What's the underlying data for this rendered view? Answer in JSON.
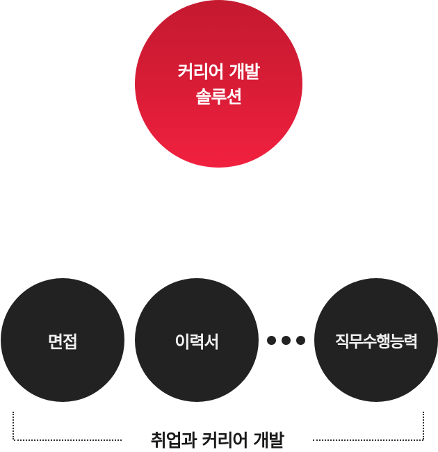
{
  "hub": {
    "line1": "커리어 개발",
    "line2": "솔루션",
    "color_top": "#c41a30",
    "color_bottom": "#f1213f"
  },
  "nodes": [
    {
      "label": "면접"
    },
    {
      "label": "이력서"
    },
    {
      "label": "직무수행능력"
    }
  ],
  "ellipsis": {
    "icon": "ellipsis-dots-icon",
    "count": 3
  },
  "group": {
    "caption": "취업과 커리어 개발",
    "bracket_style": "dotted"
  },
  "colors": {
    "node_fill": "#222222",
    "text_on_node": "#ffffff",
    "caption": "#1a1a1a"
  }
}
